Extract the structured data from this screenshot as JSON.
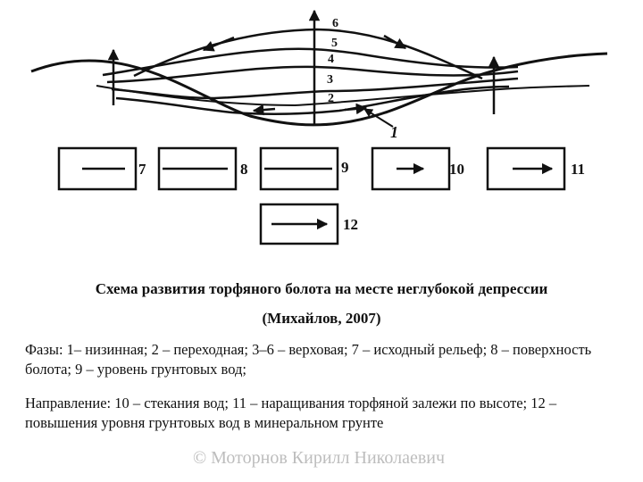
{
  "diagram": {
    "profile_labels": [
      "6",
      "5",
      "4",
      "3",
      "2",
      "1"
    ],
    "legend_boxes": [
      {
        "number": "7",
        "symbol": "line"
      },
      {
        "number": "8",
        "symbol": "line"
      },
      {
        "number": "9",
        "symbol": "line"
      },
      {
        "number": "10",
        "symbol": "arrow"
      },
      {
        "number": "11",
        "symbol": "arrow"
      },
      {
        "number": "12",
        "symbol": "arrow"
      }
    ]
  },
  "caption": {
    "title": "Схема развития торфяного болота на месте неглубокой депрессии",
    "source": "(Михайлов, 2007)"
  },
  "legend": {
    "phases": "Фазы: 1– низинная; 2 – переходная; 3–6 – верховая; 7 – исходный рельеф; 8 – поверхность болота; 9 – уровень грунтовых вод;",
    "directions": "Направление: 10 – стекания вод; 11 – наращивания торфяной залежи по высоте; 12 – повышения уровня грунтовых вод в минеральном грунте"
  },
  "watermark": "© Моторнов Кирилл Николаевич"
}
